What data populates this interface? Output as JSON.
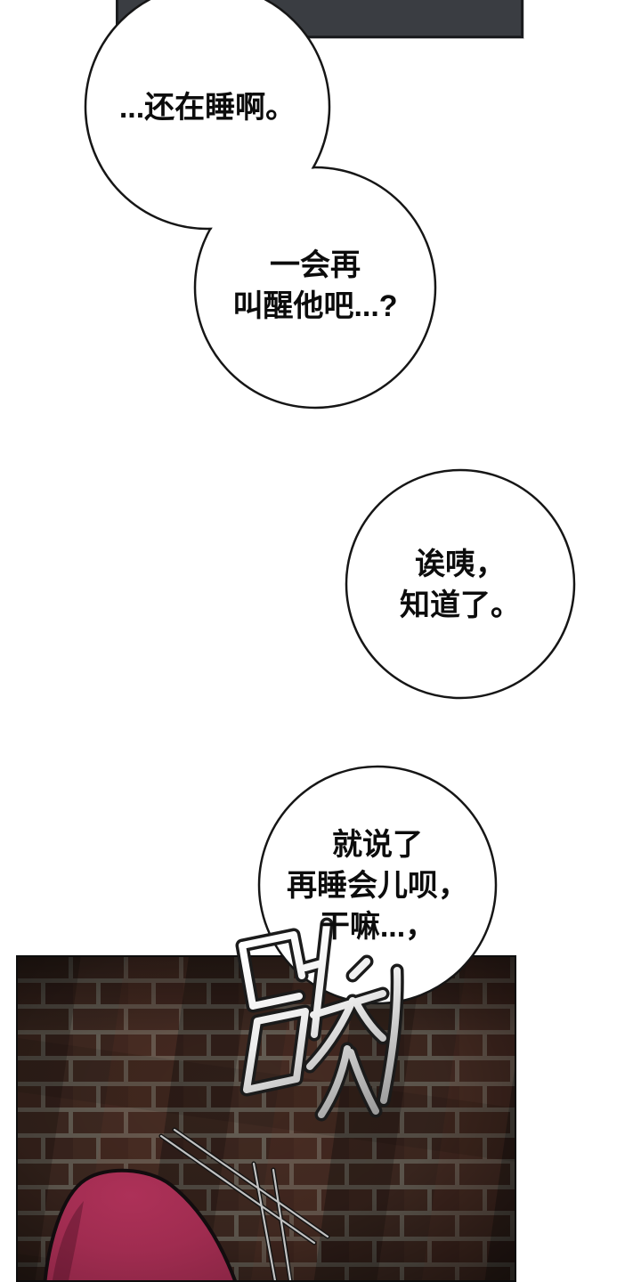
{
  "page": {
    "kind": "webtoon-comic-page",
    "background_color": "#ffffff",
    "text_color": "#0c0c0c"
  },
  "top_panel": {
    "fill_color": "#3a3d42",
    "border_color": "#1b1d20"
  },
  "speech_bubbles": [
    {
      "lines": [
        "...还在睡啊。"
      ]
    },
    {
      "lines": [
        "一会再",
        "叫醒他吧...?"
      ]
    },
    {
      "lines": [
        "诶咦，",
        "知道了。"
      ]
    },
    {
      "lines": [
        "就说了",
        "再睡会儿呗，",
        "干嘛...，"
      ]
    }
  ],
  "sfx": {
    "text": "멈칫"
  },
  "bottom_panel": {
    "colors": {
      "brick": "#3f2820",
      "mortar": "#665e54",
      "figure": "#a02c50",
      "sticks": "#c2c2c2",
      "outline": "#141414"
    }
  }
}
